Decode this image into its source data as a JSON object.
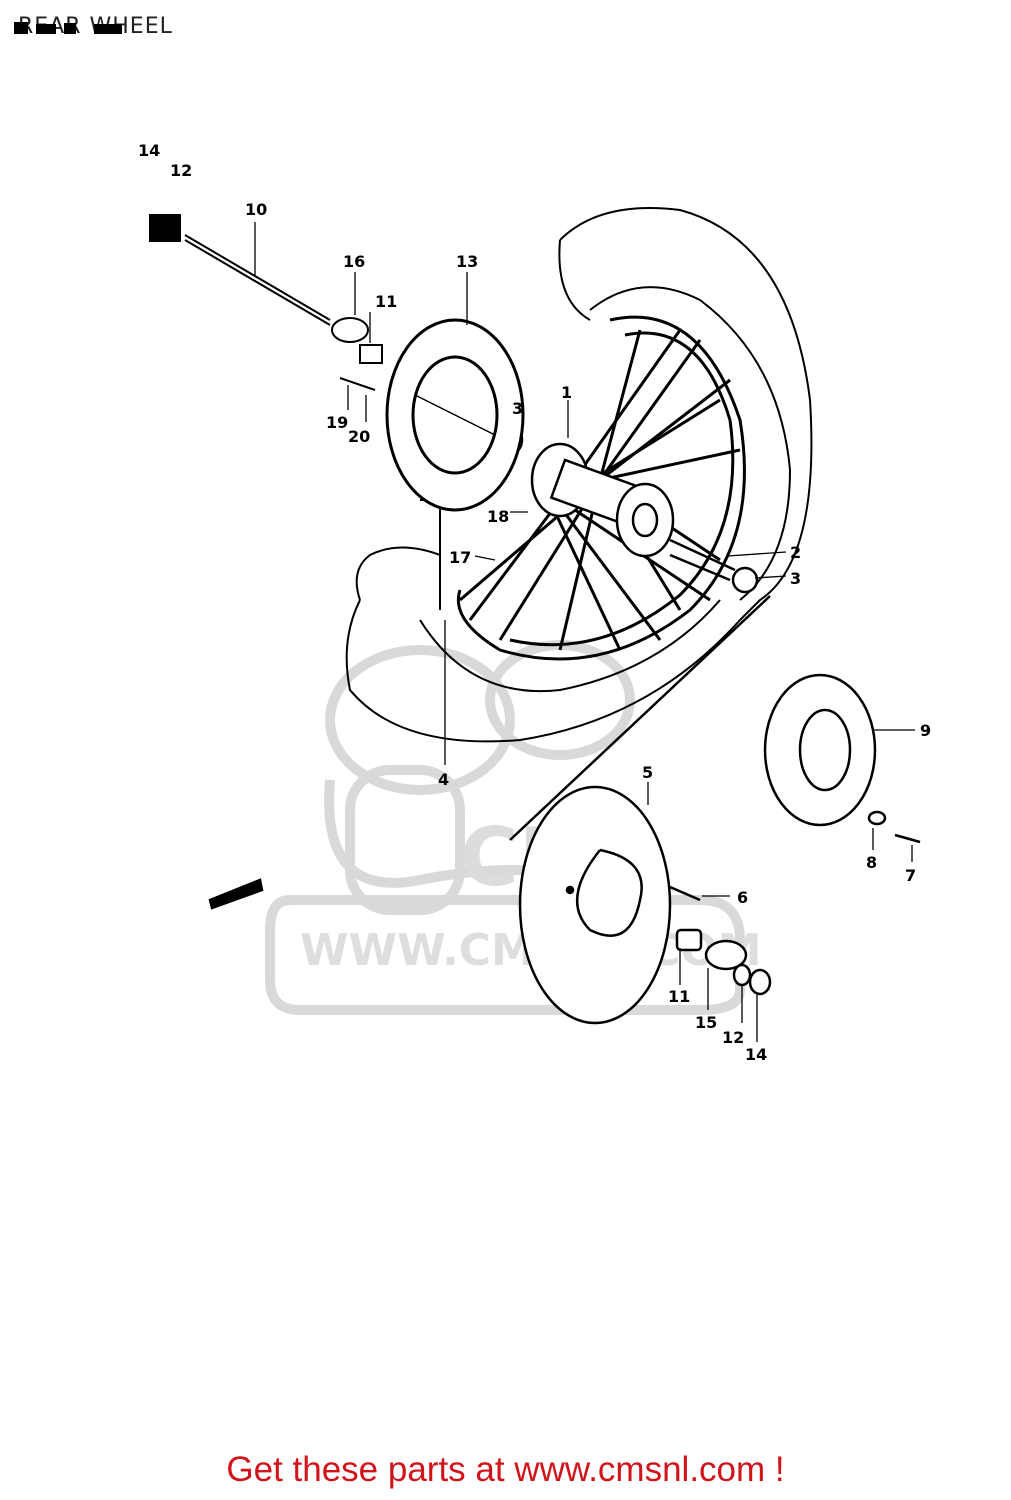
{
  "header": {
    "title": "REAR WHEEL"
  },
  "watermark": {
    "brand": "CMS",
    "url": "WWW.CMSNL.COM"
  },
  "callouts": [
    "1",
    "2",
    "3",
    "3",
    "4",
    "5",
    "6",
    "7",
    "8",
    "9",
    "10",
    "11",
    "11",
    "12",
    "12",
    "13",
    "14",
    "14",
    "15",
    "16",
    "17",
    "18",
    "19",
    "20"
  ],
  "footer": {
    "text": "Get these parts at www.cmsnl.com !"
  },
  "colors": {
    "footer": "#d0141a",
    "line": "#000000",
    "watermark": "#d9d9d9"
  }
}
